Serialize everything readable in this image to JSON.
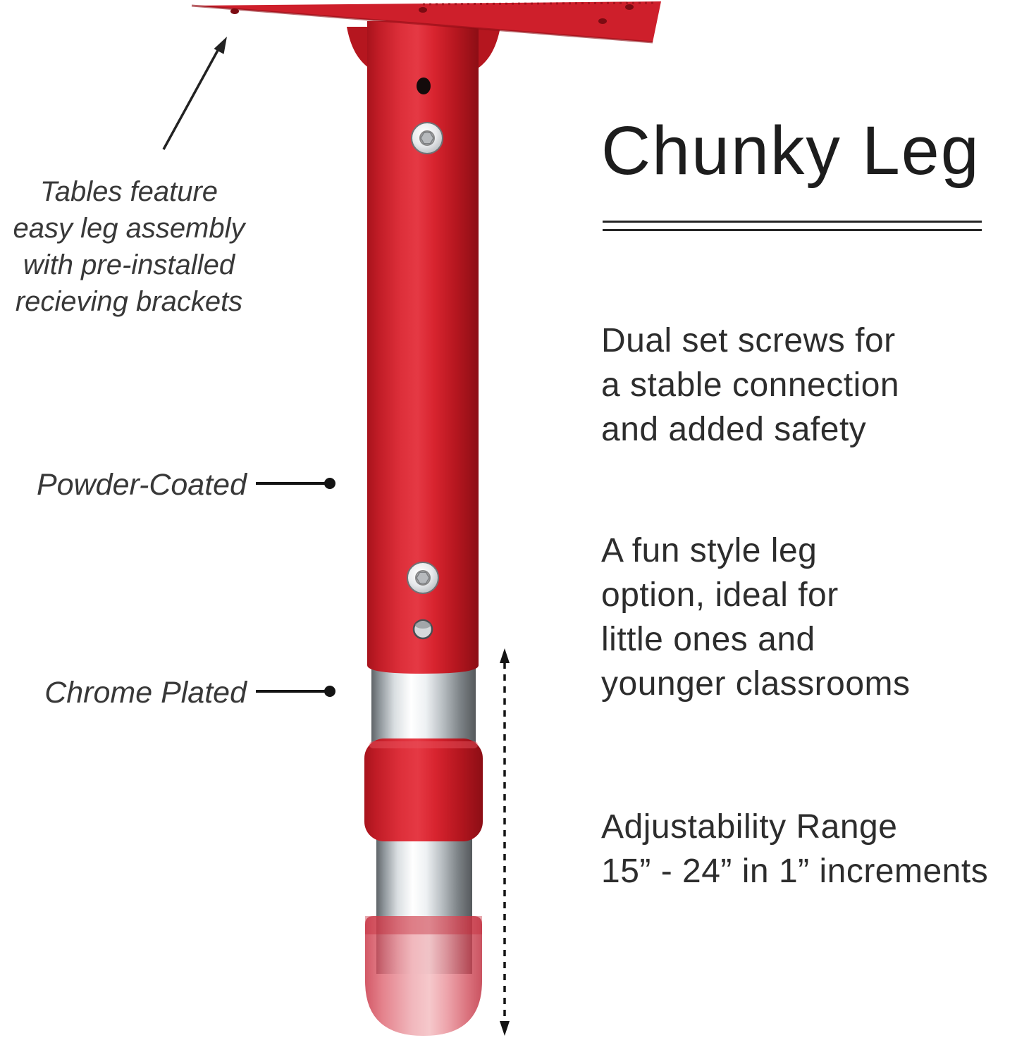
{
  "title": "Chunky Leg",
  "annotations": {
    "assembly": "Tables feature\neasy leg assembly\nwith pre-installed\nrecieving brackets",
    "powder_coated": "Powder-Coated",
    "chrome_plated": "Chrome Plated"
  },
  "paragraphs": {
    "dual_screws": "Dual set screws for\na stable connection\nand added safety",
    "fun_style": "A fun style leg\noption, ideal for\nlittle ones and\nyounger classrooms",
    "adjustability": "Adjustability Range\n15” - 24” in 1” increments"
  },
  "colors": {
    "accent_red": "#d1202b",
    "chrome_gray": "#c8ccce",
    "text_dark": "#2d2d2d"
  }
}
